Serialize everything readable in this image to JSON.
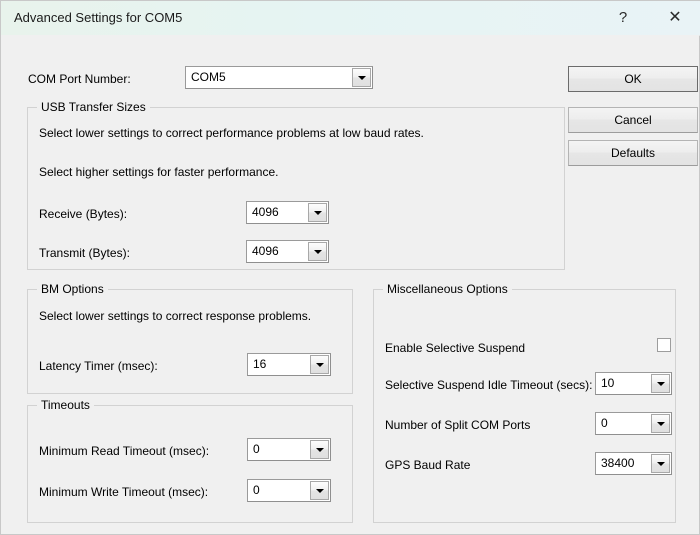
{
  "window": {
    "title": "Advanced Settings for COM5",
    "help_glyph": "?",
    "close_glyph": "✕"
  },
  "com_port": {
    "label": "COM Port Number:",
    "value": "COM5"
  },
  "buttons": {
    "ok": "OK",
    "cancel": "Cancel",
    "defaults": "Defaults"
  },
  "usb_transfer_sizes": {
    "title": "USB Transfer Sizes",
    "note_lower": "Select lower settings to correct performance problems at low baud rates.",
    "note_higher": "Select higher settings for faster performance.",
    "receive_label": "Receive (Bytes):",
    "receive_value": "4096",
    "transmit_label": "Transmit (Bytes):",
    "transmit_value": "4096"
  },
  "bm_options": {
    "title": "BM Options",
    "note": "Select lower settings to correct response problems.",
    "latency_label": "Latency Timer (msec):",
    "latency_value": "16"
  },
  "timeouts": {
    "title": "Timeouts",
    "min_read_label": "Minimum Read Timeout (msec):",
    "min_read_value": "0",
    "min_write_label": "Minimum Write Timeout (msec):",
    "min_write_value": "0"
  },
  "misc_options": {
    "title": "Miscellaneous Options",
    "selective_suspend_label": "Enable Selective Suspend",
    "selective_suspend_checked": false,
    "idle_timeout_label": "Selective Suspend Idle Timeout (secs):",
    "idle_timeout_value": "10",
    "split_ports_label": "Number of Split COM Ports",
    "split_ports_value": "0",
    "gps_baud_label": "GPS Baud Rate",
    "gps_baud_value": "38400"
  }
}
